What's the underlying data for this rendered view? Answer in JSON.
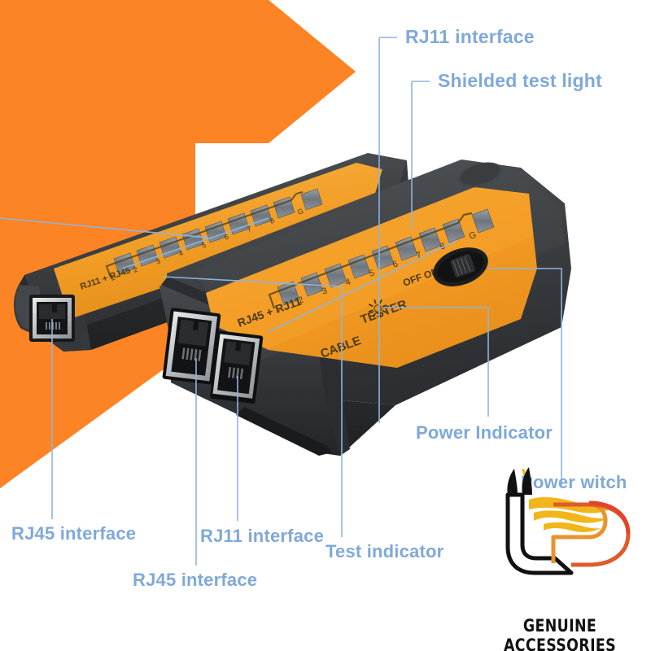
{
  "page": {
    "background_color": "#ffffff",
    "accent_orange": "#fc8424",
    "label_blue": "#7fa9d8",
    "device_black": "#3b3d40",
    "panel_orange": "#f5a02a"
  },
  "callouts": [
    {
      "id": "rj11-interface-top",
      "label": "RJ11 interface"
    },
    {
      "id": "shielded-test-light",
      "label": "Shielded test light"
    },
    {
      "id": "power-indicator",
      "label": "Power Indicator"
    },
    {
      "id": "power-switch",
      "label": "Power witch"
    },
    {
      "id": "rj45-interface-left",
      "label": "RJ45 interface"
    },
    {
      "id": "rj11-interface-bot",
      "label": "RJ11 interface"
    },
    {
      "id": "rj45-interface-bot",
      "label": "RJ45 interface"
    },
    {
      "id": "test-indicator",
      "label": "Test indicator"
    }
  ],
  "main_unit": {
    "title_line1": "CABLE",
    "title_line2": "TESTER",
    "port_label": "RJ45 + RJ11",
    "switch_label": "OFF ON S",
    "led_numbers": [
      "1",
      "2",
      "3",
      "4",
      "5",
      "6",
      "7",
      "8",
      "G"
    ]
  },
  "remote_unit": {
    "port_label": "RJ11 + RJ45",
    "led_numbers": [
      "1",
      "2",
      "3",
      "4",
      "5",
      "6",
      "7",
      "8",
      "G"
    ]
  },
  "branding": {
    "monogram": "LP",
    "tagline": "GENUINE ACCESSORIES"
  }
}
